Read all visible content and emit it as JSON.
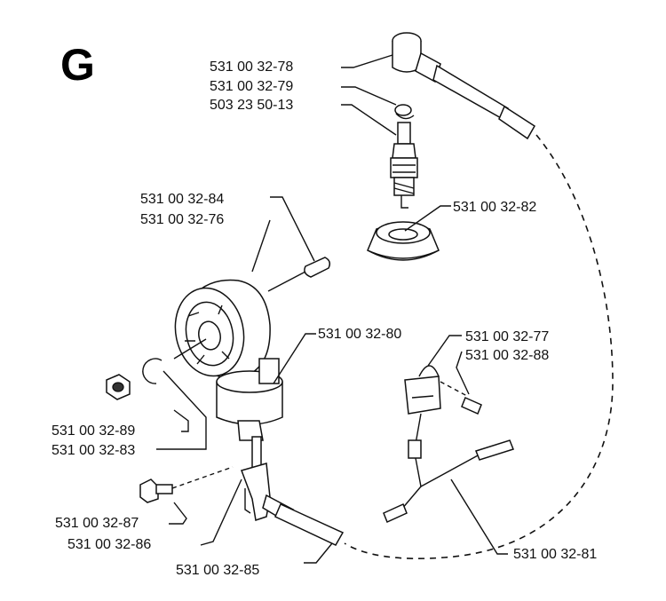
{
  "section_letter": "G",
  "parts": [
    {
      "id": "p78",
      "number": "531 00 32-78"
    },
    {
      "id": "p79",
      "number": "531 00 32-79"
    },
    {
      "id": "p13",
      "number": "503 23 50-13"
    },
    {
      "id": "p82",
      "number": "531 00 32-82"
    },
    {
      "id": "p84",
      "number": "531 00 32-84"
    },
    {
      "id": "p76",
      "number": "531 00 32-76"
    },
    {
      "id": "p80",
      "number": "531 00 32-80"
    },
    {
      "id": "p77",
      "number": "531 00 32-77"
    },
    {
      "id": "p88",
      "number": "531 00 32-88"
    },
    {
      "id": "p89",
      "number": "531 00 32-89"
    },
    {
      "id": "p83",
      "number": "531 00 32-83"
    },
    {
      "id": "p87",
      "number": "531 00 32-87"
    },
    {
      "id": "p86",
      "number": "531 00 32-86"
    },
    {
      "id": "p85",
      "number": "531 00 32-85"
    },
    {
      "id": "p81",
      "number": "531 00 32-81"
    }
  ]
}
